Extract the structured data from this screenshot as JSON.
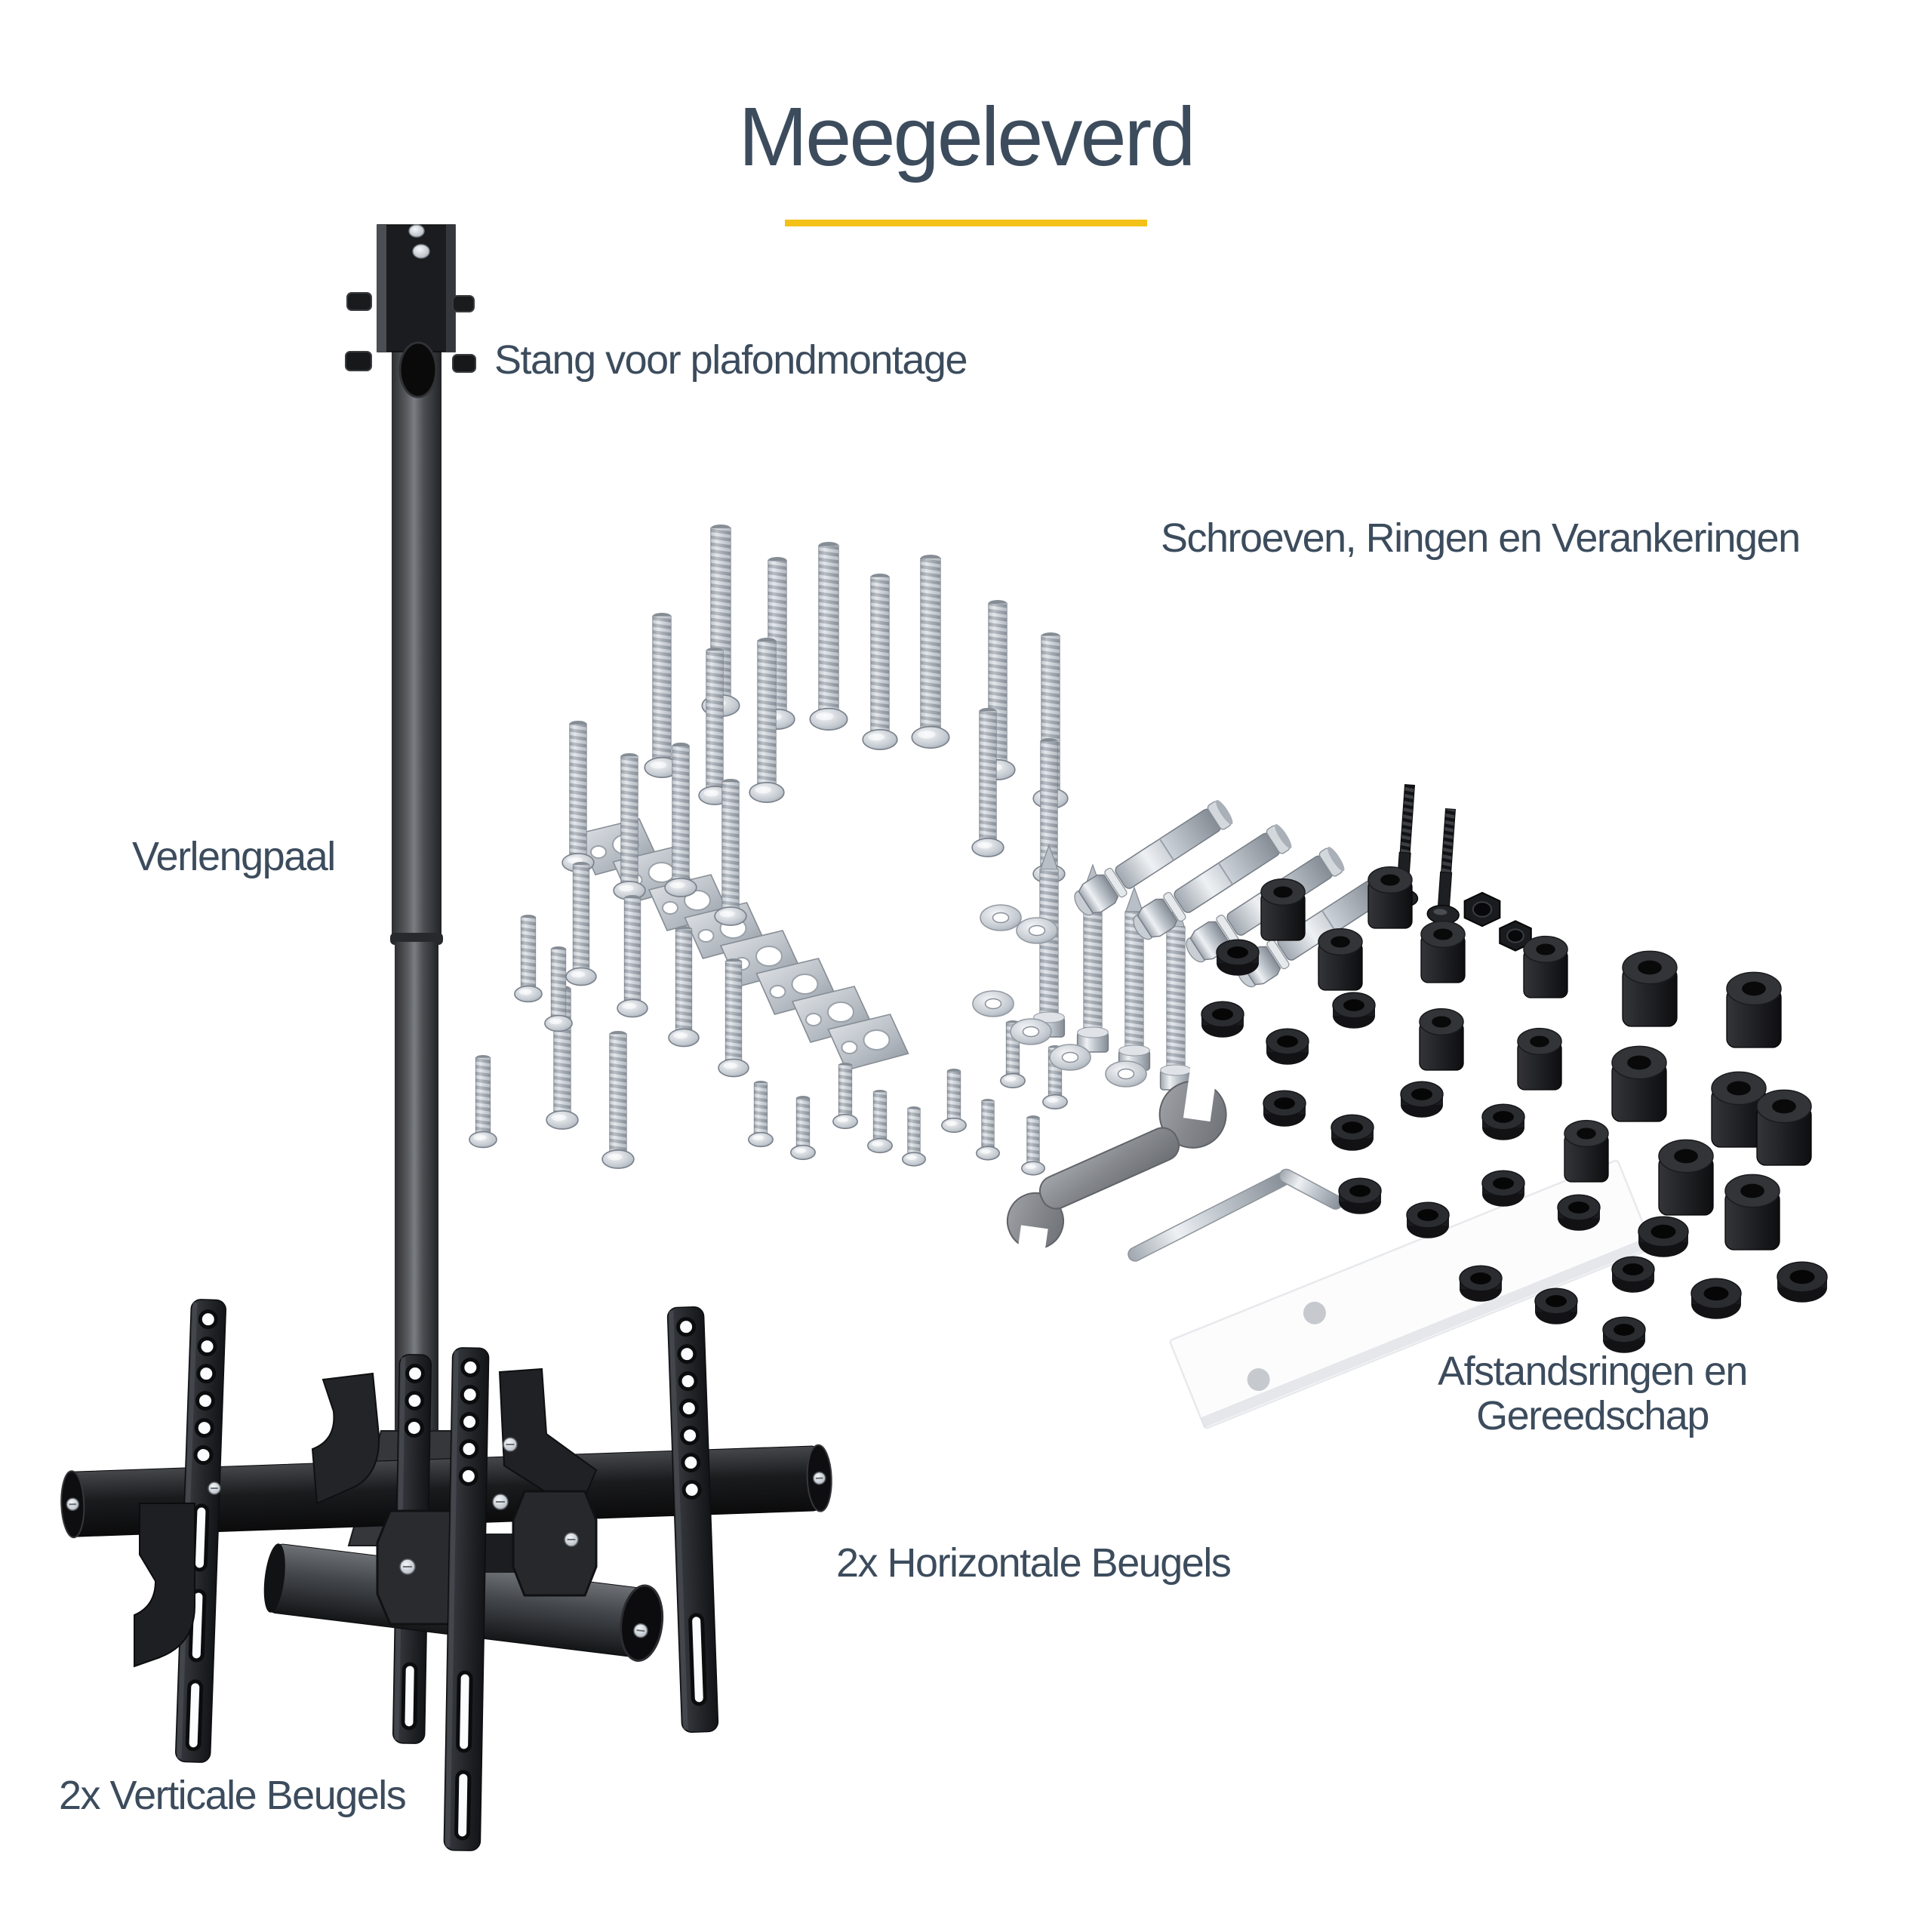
{
  "title": "Meegeleverd",
  "accent_color": "#f3c117",
  "text_color": "#3c4c5d",
  "background_color": "#ffffff",
  "labels": {
    "ceiling_pole": "Stang voor plafondmontage",
    "hardware": "Schroeven, Ringen en Verankeringen",
    "extension_pole": "Verlengpaal",
    "spacers_tools_line1": "Afstandsringen en",
    "spacers_tools_line2": "Gereedschap",
    "horizontal_brackets": "2x Horizontale Beugels",
    "vertical_brackets": "2x Verticale Beugels"
  },
  "artwork_parts": [
    "ceiling-mount-bracket",
    "ceiling-mount-pole",
    "extension-pole",
    "machine-screws",
    "spacer-plates",
    "lag-screws",
    "anchor-bolts",
    "black-bolts",
    "hex-nuts",
    "flat-washers",
    "black-spacers",
    "open-end-wrench",
    "allen-key",
    "white-spacer-plate",
    "horizontal-bars",
    "vertical-brackets",
    "pole-clamp"
  ]
}
